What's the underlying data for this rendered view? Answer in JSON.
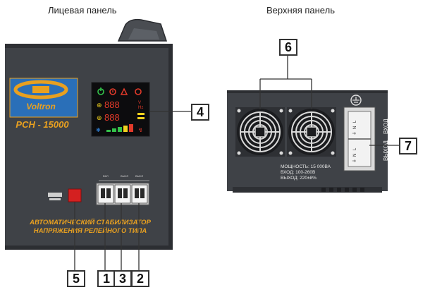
{
  "captions": {
    "front_panel": "Лицевая панель",
    "top_panel": "Верхняя панель"
  },
  "front": {
    "brand_script": "Voltron",
    "model": "РСН - 15000",
    "label_line1": "АВТОМАТИЧЕСКИЙ СТАБИЛИЗАТОР",
    "label_line2": "НАПРЯЖЕНИЯ РЕЛЕЙНОГО ТИПА",
    "display_row1": "888",
    "display_row2": "888",
    "breaker_labels": [
      "ВКЛ",
      "ВЫКЛ",
      "ВЫКЛ"
    ]
  },
  "top": {
    "spec_line1": "МОЩНОСТЬ: 15 000ВА",
    "spec_line2": "ВХОД: 100-260В",
    "spec_line3": "ВЫХОД: 220±8%",
    "terminal_in": "ВХОД",
    "terminal_out": "ВЫХОД",
    "terminal_marks": [
      "L",
      "N",
      "⏚",
      "L",
      "N",
      "⏚"
    ]
  },
  "callouts": {
    "c1": "1",
    "c2": "2",
    "c3": "3",
    "c4": "4",
    "c5": "5",
    "c6": "6",
    "c7": "7"
  },
  "colors": {
    "body": "#3f4247",
    "orange": "#e8a020",
    "blue": "#2a6fb8",
    "led_red": "#e23a2a",
    "led_green": "#33c24a",
    "led_yellow": "#f2d21e",
    "switch_red": "#d42020"
  }
}
